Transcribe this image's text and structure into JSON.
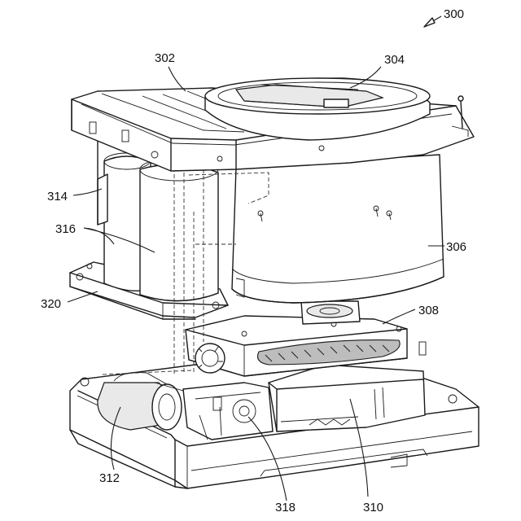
{
  "figure_number": "300",
  "labels": {
    "l302": "302",
    "l304": "304",
    "l306": "306",
    "l308": "308",
    "l310": "310",
    "l312": "312",
    "l314": "314",
    "l316": "316",
    "l318": "318",
    "l320": "320"
  }
}
